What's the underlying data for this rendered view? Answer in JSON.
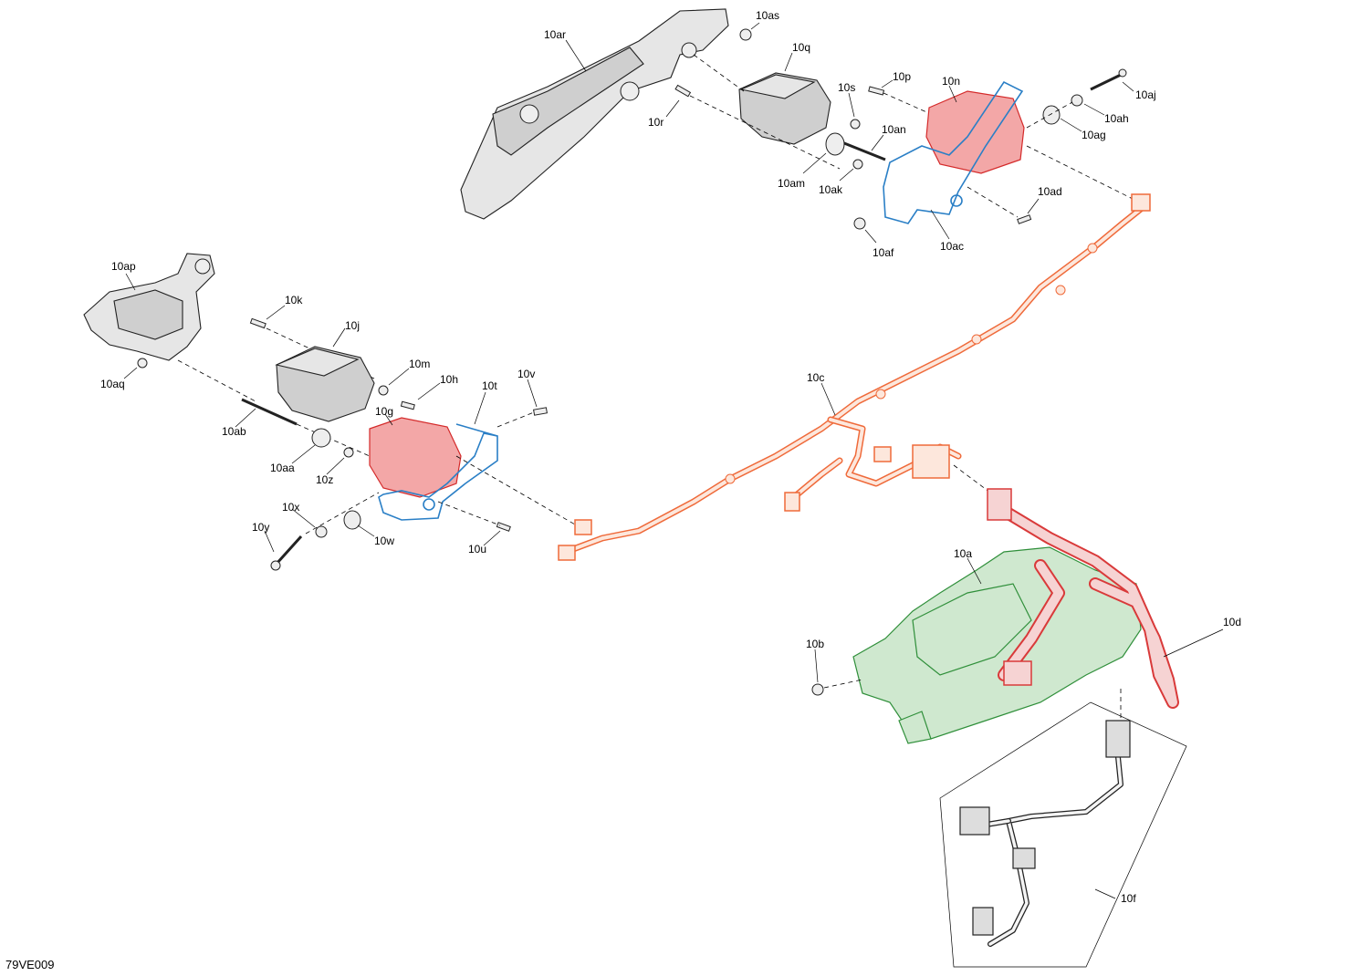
{
  "figure_ref": "79VE009",
  "callouts": [
    {
      "id": "10as",
      "text": "10as"
    },
    {
      "id": "10ar",
      "text": "10ar"
    },
    {
      "id": "10q",
      "text": "10q"
    },
    {
      "id": "10s",
      "text": "10s"
    },
    {
      "id": "10p",
      "text": "10p"
    },
    {
      "id": "10n",
      "text": "10n"
    },
    {
      "id": "10aj",
      "text": "10aj"
    },
    {
      "id": "10ah",
      "text": "10ah"
    },
    {
      "id": "10ag",
      "text": "10ag"
    },
    {
      "id": "10r",
      "text": "10r"
    },
    {
      "id": "10an",
      "text": "10an"
    },
    {
      "id": "10am",
      "text": "10am"
    },
    {
      "id": "10ak",
      "text": "10ak"
    },
    {
      "id": "10ad",
      "text": "10ad"
    },
    {
      "id": "10af",
      "text": "10af"
    },
    {
      "id": "10ac",
      "text": "10ac"
    },
    {
      "id": "10ap",
      "text": "10ap"
    },
    {
      "id": "10k",
      "text": "10k"
    },
    {
      "id": "10j",
      "text": "10j"
    },
    {
      "id": "10aq",
      "text": "10aq"
    },
    {
      "id": "10m",
      "text": "10m"
    },
    {
      "id": "10h",
      "text": "10h"
    },
    {
      "id": "10t",
      "text": "10t"
    },
    {
      "id": "10v",
      "text": "10v"
    },
    {
      "id": "10g",
      "text": "10g"
    },
    {
      "id": "10ab",
      "text": "10ab"
    },
    {
      "id": "10aa",
      "text": "10aa"
    },
    {
      "id": "10z",
      "text": "10z"
    },
    {
      "id": "10x",
      "text": "10x"
    },
    {
      "id": "10y",
      "text": "10y"
    },
    {
      "id": "10w",
      "text": "10w"
    },
    {
      "id": "10u",
      "text": "10u"
    },
    {
      "id": "10c",
      "text": "10c"
    },
    {
      "id": "10a",
      "text": "10a"
    },
    {
      "id": "10d",
      "text": "10d"
    },
    {
      "id": "10b",
      "text": "10b"
    },
    {
      "id": "10f",
      "text": "10f"
    }
  ],
  "colors": {
    "module_fill": "#f3a7a7",
    "module_stroke": "#d42a2a",
    "bracket": "#2a7fc6",
    "harness": "#ef6a3a",
    "base": "#2f8f3a",
    "main_harness": "#d93a3a"
  }
}
